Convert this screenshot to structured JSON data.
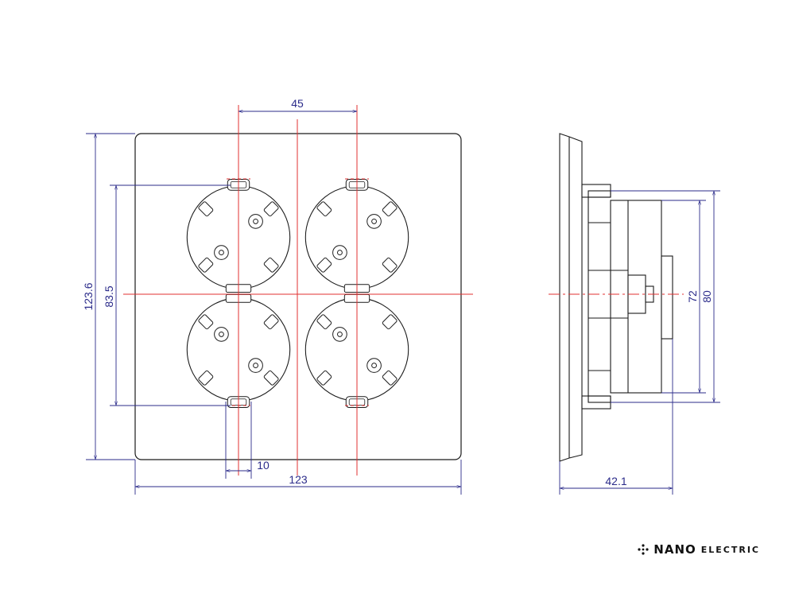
{
  "dimensions": {
    "outlet_spacing": "45",
    "overall_height": "123.6",
    "outlet_vertical_span": "83.5",
    "overall_width": "123",
    "clip_width": "10",
    "depth": "42.1",
    "body_inner_height": "72",
    "body_outer_height": "80"
  },
  "logo": {
    "brand_word": "NANO",
    "brand_suffix": "ELECTRIC"
  },
  "colors": {
    "outline": "#1a1a1a",
    "dimension": "#2b2b8a",
    "centerline": "#e03030"
  }
}
